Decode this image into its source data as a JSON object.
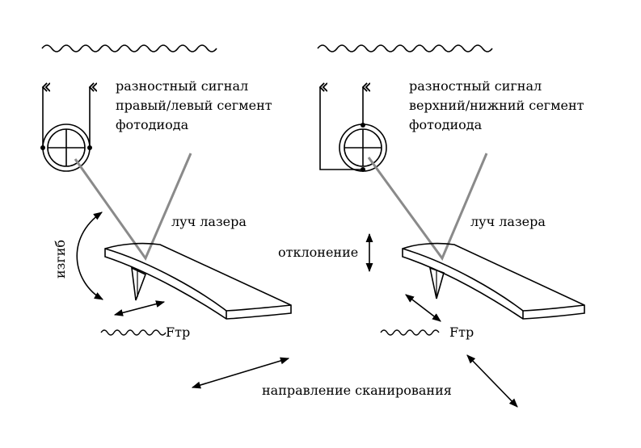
{
  "colors": {
    "ink": "#000000",
    "laser": "#8a8a8a",
    "background": "#ffffff"
  },
  "left_panel": {
    "signal_line1": "разностный сигнал",
    "signal_line2": "правый/левый сегмент",
    "signal_line3": "фотодиода",
    "laser_label": "луч лазера",
    "bend_label": "изгиб",
    "friction_label": "Fтр"
  },
  "right_panel": {
    "signal_line1": "разностный сигнал",
    "signal_line2": "верхний/нижний сегмент",
    "signal_line3": "фотодиода",
    "laser_label": "луч лазера",
    "deflection_label": "отклонение",
    "friction_label": "Fтр"
  },
  "scan_direction_label": "направление сканирования"
}
